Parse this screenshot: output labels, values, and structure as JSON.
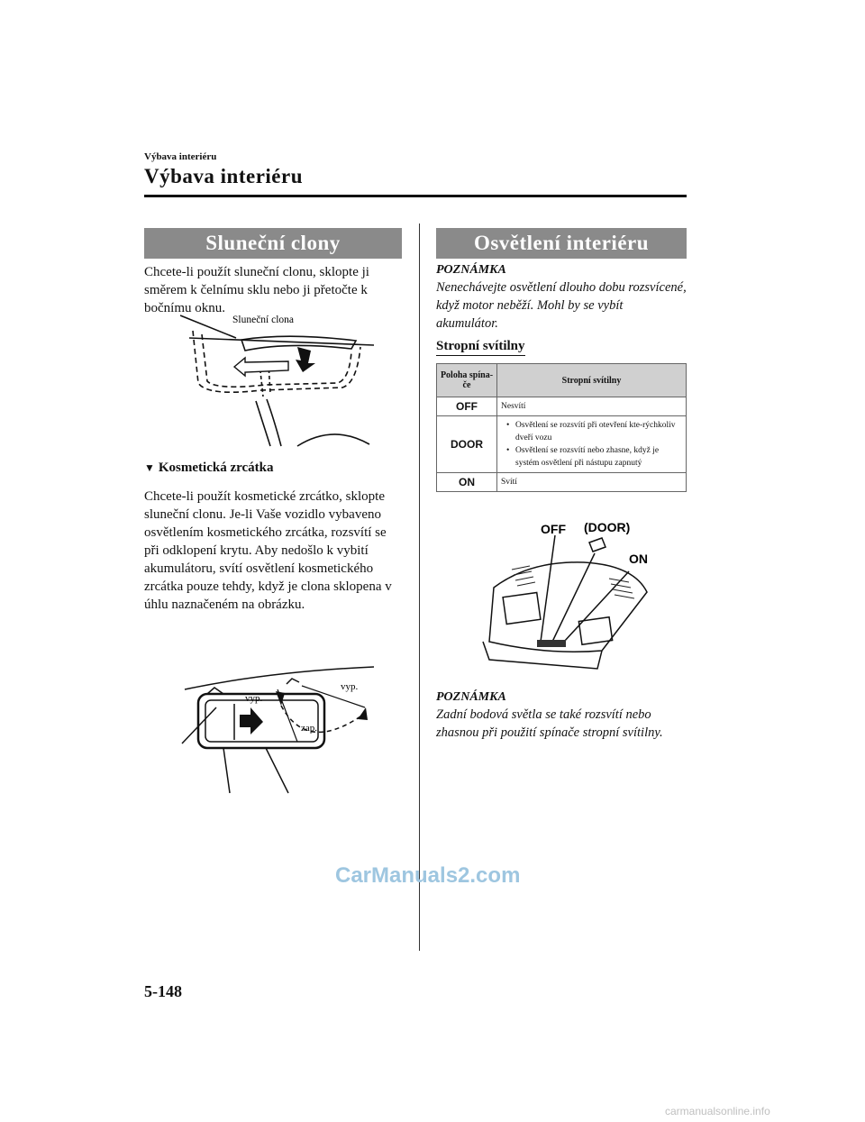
{
  "header": {
    "breadcrumb": "Výbava interiéru",
    "chapter_title": "Výbava interiéru"
  },
  "left": {
    "section_title": "Sluneční clony",
    "intro": "Chcete-li použít sluneční clonu, sklopte ji směrem k čelnímu sklu nebo ji přetočte k bočnímu oknu.",
    "figure1_label": "Sluneční clona",
    "subsection_marker": "▼",
    "subsection_title": "Kosmetická zrcátka",
    "body": "Chcete-li použít kosmetické zrcátko, sklopte sluneční clonu. Je-li Vaše vozidlo vybaveno osvětlením kosmetického zrcátka, rozsvítí se při odklopení krytu. Aby nedošlo k vybití akumulátoru, svítí osvětlení kosmetického zrcátka pouze tehdy, když je clona sklopena v úhlu naznačeném na obrázku.",
    "figure2_labels": {
      "vyp1": "vyp.",
      "vyp2": "vyp.",
      "zap": "zap."
    }
  },
  "right": {
    "section_title": "Osvětlení interiéru",
    "note1_head": "POZNÁMKA",
    "note1_text": "Nenechávejte osvětlení dlouho dobu rozsvícené, když motor neběží. Mohl by se vybít akumulátor.",
    "subsection_title": "Stropní svítilny",
    "table": {
      "col1": "Poloha spína-če",
      "col2": "Stropní svítilny",
      "rows": [
        {
          "pos": "OFF",
          "desc": "Nesvítí"
        },
        {
          "pos": "DOOR",
          "bullet1": "Osvětlení se rozsvítí při otevření kte-rýchkoliv dveří vozu",
          "bullet2": "Osvětlení se rozsvítí nebo zhasne, když je systém osvětlení při nástupu zapnutý"
        },
        {
          "pos": "ON",
          "desc": "Svítí"
        }
      ]
    },
    "figure_labels": {
      "off": "OFF",
      "door": "(DOOR)",
      "on": "ON"
    },
    "note2_head": "POZNÁMKA",
    "note2_text": "Zadní bodová světla se také rozsvítí nebo zhasnou při použití spínače stropní svítilny."
  },
  "footer": {
    "page_number": "5-148",
    "watermark": "CarManuals2.com",
    "site": "carmanualsonline.info"
  }
}
